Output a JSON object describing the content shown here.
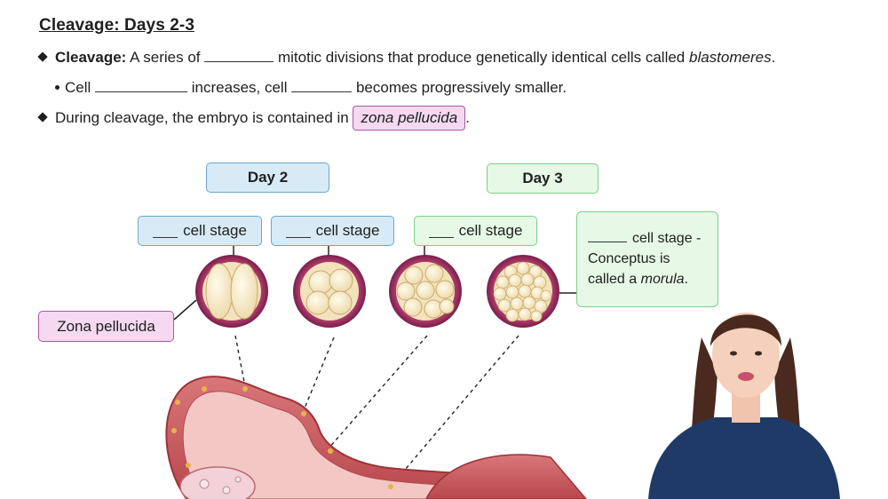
{
  "title": "Cleavage: Days 2-3",
  "bullet1": {
    "label": "Cleavage:",
    "text_a": "A series of",
    "text_b": "mitotic divisions that produce genetically identical cells called",
    "term": "blastomeres",
    "end": "."
  },
  "bullet2": {
    "text_a": "Cell",
    "text_b": "increases, cell",
    "text_c": "becomes progressively smaller."
  },
  "bullet3": {
    "text_a": "During cleavage, the embryo is contained in",
    "answer": "zona pellucida",
    "end": "."
  },
  "day2": "Day 2",
  "day3": "Day 3",
  "stages": [
    "cell stage",
    "cell stage",
    "cell stage"
  ],
  "zona_label": "Zona pellucida",
  "morula": {
    "line1": "cell stage -",
    "line2": "Conceptus is",
    "line3": "called a",
    "term": "morula",
    "end": "."
  },
  "colors": {
    "blue_box": "#d7eaf6",
    "green_box": "#e6f8e6",
    "pink_box": "#f4d9f1",
    "uterus": "#c7585c",
    "embryo_ring": "#8b2a5e"
  }
}
